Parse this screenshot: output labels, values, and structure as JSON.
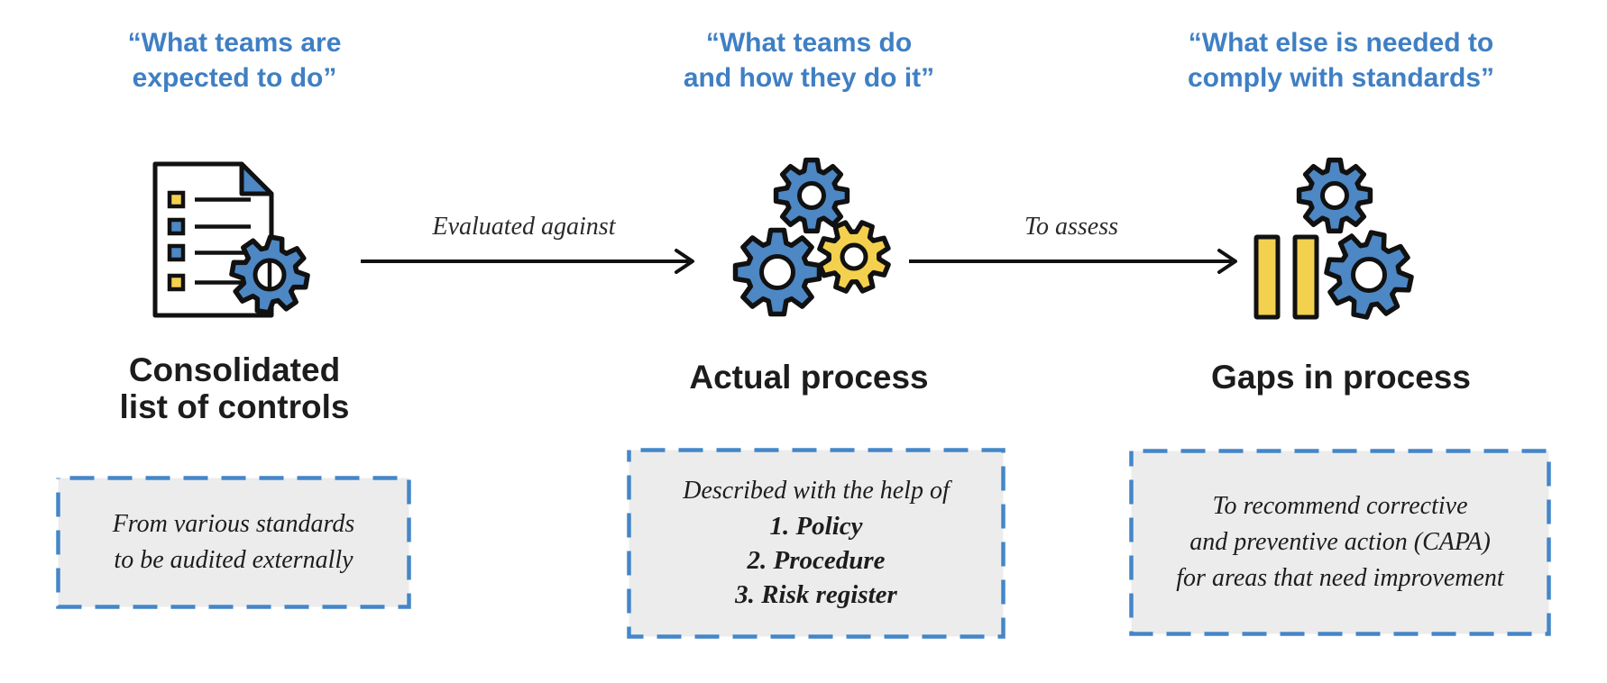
{
  "palette": {
    "quote_blue": "#3f7fc4",
    "shape_blue": "#4d87c4",
    "shape_yellow": "#f3d14e",
    "dash_border_blue": "#4486c9",
    "note_box_fill": "#ececec",
    "ink": "#1c1c1c"
  },
  "columns": [
    {
      "quote": "“What teams are\nexpected to do”",
      "icon": "document-checklist-gear-icon",
      "title": "Consolidated\nlist of controls",
      "note": "From various standards\nto be audited externally"
    },
    {
      "quote": "“What teams do\nand how they do it”",
      "icon": "three-gears-icon",
      "title": "Actual process",
      "note_intro": "Described with the help of",
      "note_items": [
        "1. Policy",
        "2. Procedure",
        "3. Risk register"
      ]
    },
    {
      "quote": "“What else is needed to\ncomply with standards”",
      "icon": "pause-bars-and-gears-icon",
      "title": "Gaps in process",
      "note": "To recommend corrective\nand preventive action (CAPA)\nfor areas that need improvement"
    }
  ],
  "arrows": [
    {
      "label": "Evaluated against",
      "icon": "right-arrow-icon"
    },
    {
      "label": "To assess",
      "icon": "right-arrow-icon"
    }
  ]
}
